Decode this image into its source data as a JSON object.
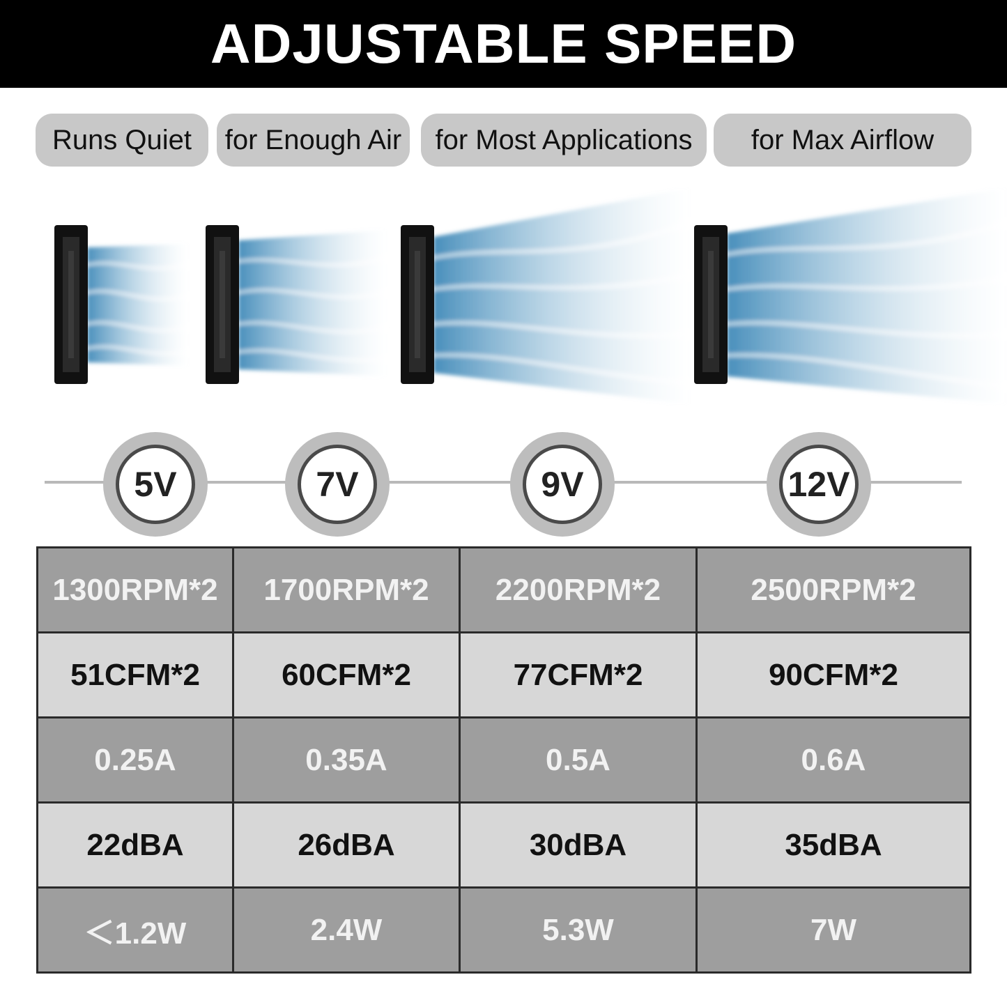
{
  "header": {
    "title": "ADJUSTABLE SPEED"
  },
  "labels": [
    "Runs Quiet",
    "for Enough Air",
    "for Most Applications",
    "for Max Airflow"
  ],
  "voltages": [
    "5V",
    "7V",
    "9V",
    "12V"
  ],
  "table": {
    "rows": [
      [
        "1300RPM*2",
        "1700RPM*2",
        "2200RPM*2",
        "2500RPM*2"
      ],
      [
        "51CFM*2",
        "60CFM*2",
        "77CFM*2",
        "90CFM*2"
      ],
      [
        "0.25A",
        "0.35A",
        "0.5A",
        "0.6A"
      ],
      [
        "22dBA",
        "26dBA",
        "30dBA",
        "35dBA"
      ],
      [
        "＜1.2W",
        "2.4W",
        "5.3W",
        "7W"
      ]
    ]
  },
  "colors": {
    "header_bg": "#000000",
    "airflow": "#4f93bd",
    "row_dark": "#9e9e9e",
    "row_light": "#d7d7d7"
  }
}
